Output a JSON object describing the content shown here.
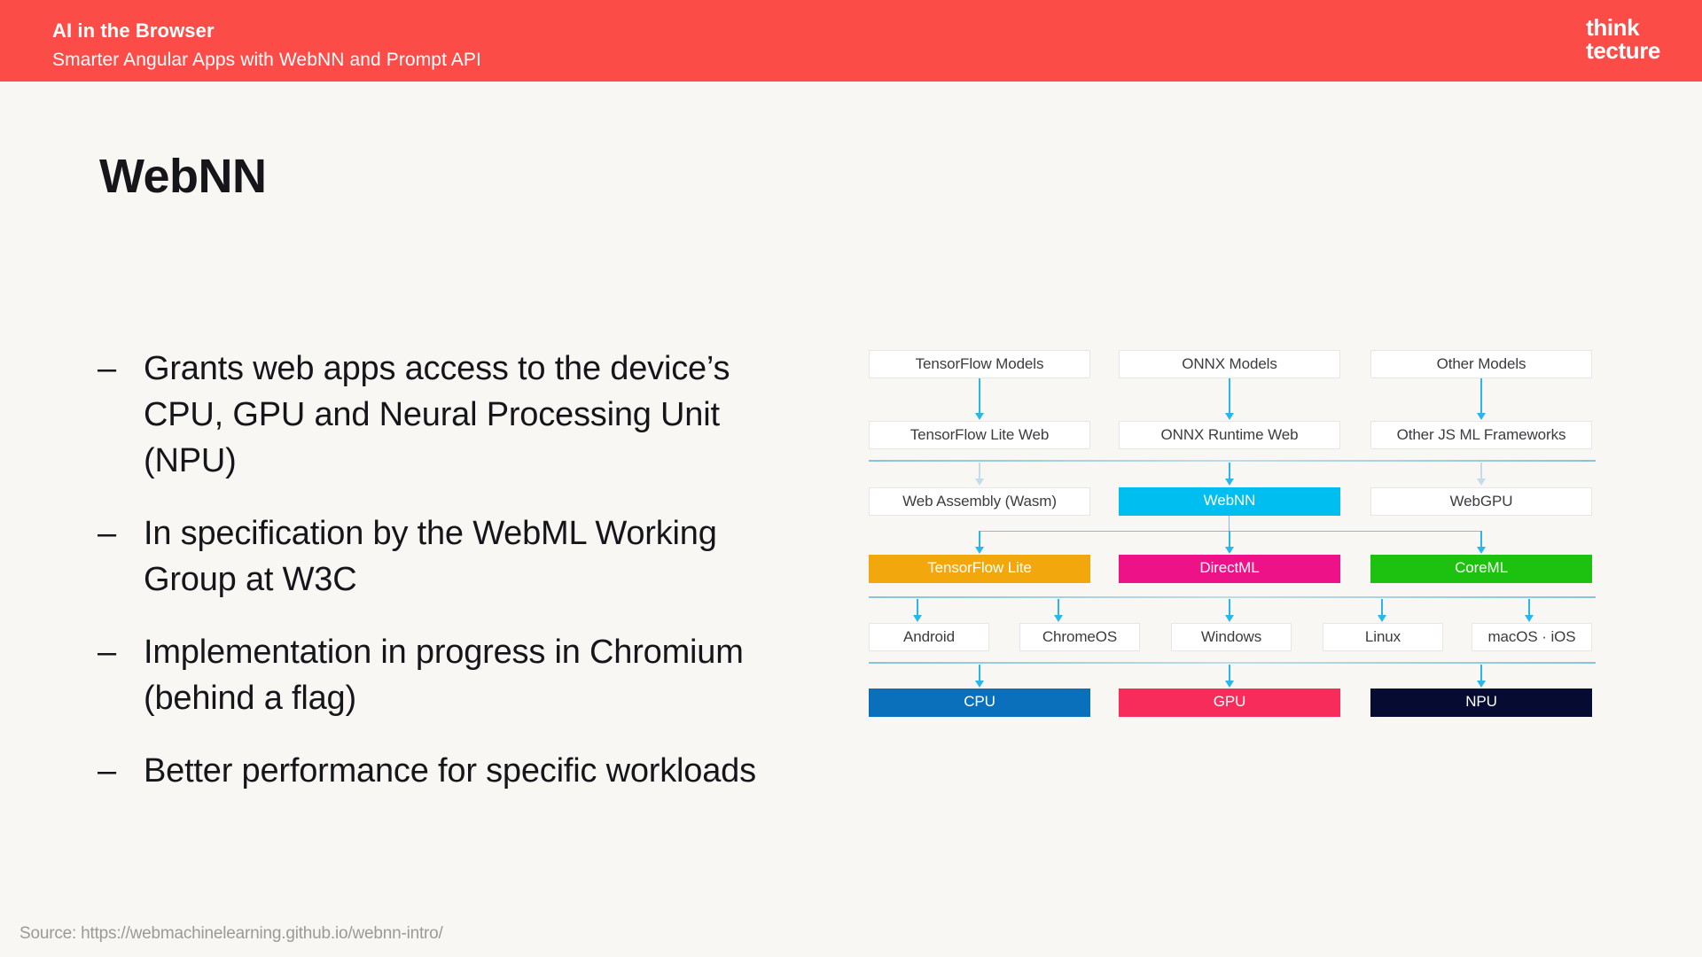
{
  "header": {
    "title": "AI in the Browser",
    "subtitle": "Smarter Angular Apps with WebNN and Prompt API",
    "logo_line1": "think",
    "logo_line2": "tecture",
    "background_color": "#FB4C47"
  },
  "slide": {
    "title": "WebNN",
    "background_color": "#F8F7F4",
    "bullet_marker": "–",
    "bullets": [
      "Grants web apps access to the device’s CPU, GPU and Neural Processing Unit (NPU)",
      "In specification by the WebML Working Group at W3C",
      "Implementation in progress in Chromium (behind a flag)",
      "Better performance for specific workloads"
    ]
  },
  "diagram": {
    "title": "WebNN stack",
    "rows": [
      {
        "name": "models",
        "nodes": [
          {
            "label": "TensorFlow Models",
            "style": "plain",
            "color": "#FFFFFF",
            "text_color": "#3C3C40"
          },
          {
            "label": "ONNX Models",
            "style": "plain",
            "color": "#FFFFFF",
            "text_color": "#3C3C40"
          },
          {
            "label": "Other Models",
            "style": "plain",
            "color": "#FFFFFF",
            "text_color": "#3C3C40"
          }
        ]
      },
      {
        "name": "js-runtimes",
        "nodes": [
          {
            "label": "TensorFlow Lite Web",
            "style": "plain",
            "color": "#FFFFFF",
            "text_color": "#3C3C40"
          },
          {
            "label": "ONNX Runtime Web",
            "style": "plain",
            "color": "#FFFFFF",
            "text_color": "#3C3C40"
          },
          {
            "label": "Other JS ML Frameworks",
            "style": "plain",
            "color": "#FFFFFF",
            "text_color": "#3C3C40"
          }
        ]
      },
      {
        "name": "web-apis",
        "nodes": [
          {
            "label": "Web Assembly (Wasm)",
            "style": "plain",
            "color": "#FFFFFF",
            "text_color": "#3C3C40"
          },
          {
            "label": "WebNN",
            "style": "filled",
            "color": "#00BFF0",
            "text_color": "#FFFFFF"
          },
          {
            "label": "WebGPU",
            "style": "plain",
            "color": "#FFFFFF",
            "text_color": "#3C3C40"
          }
        ]
      },
      {
        "name": "native-backends",
        "nodes": [
          {
            "label": "TensorFlow Lite",
            "style": "filled",
            "color": "#F2A70C",
            "text_color": "#FFFFFF"
          },
          {
            "label": "DirectML",
            "style": "filled",
            "color": "#EE1289",
            "text_color": "#FFFFFF"
          },
          {
            "label": "CoreML",
            "style": "filled",
            "color": "#1DC211",
            "text_color": "#FFFFFF"
          }
        ]
      },
      {
        "name": "operating-systems",
        "nodes": [
          {
            "label": "Android",
            "style": "plain",
            "color": "#FFFFFF",
            "text_color": "#3C3C40"
          },
          {
            "label": "ChromeOS",
            "style": "plain",
            "color": "#FFFFFF",
            "text_color": "#3C3C40"
          },
          {
            "label": "Windows",
            "style": "plain",
            "color": "#FFFFFF",
            "text_color": "#3C3C40"
          },
          {
            "label": "Linux",
            "style": "plain",
            "color": "#FFFFFF",
            "text_color": "#3C3C40"
          },
          {
            "label": "macOS · iOS",
            "style": "plain",
            "color": "#FFFFFF",
            "text_color": "#3C3C40"
          }
        ]
      },
      {
        "name": "hardware",
        "nodes": [
          {
            "label": "CPU",
            "style": "filled",
            "color": "#0B70BC",
            "text_color": "#FFFFFF"
          },
          {
            "label": "GPU",
            "style": "filled",
            "color": "#F72C5B",
            "text_color": "#FFFFFF"
          },
          {
            "label": "NPU",
            "style": "filled",
            "color": "#060B31",
            "text_color": "#FFFFFF"
          }
        ]
      }
    ],
    "arrow_color": "#29B6E8",
    "divider_color": "#86C4DC"
  },
  "footer": {
    "source": "Source: https://webmachinelearning.github.io/webnn-intro/"
  }
}
